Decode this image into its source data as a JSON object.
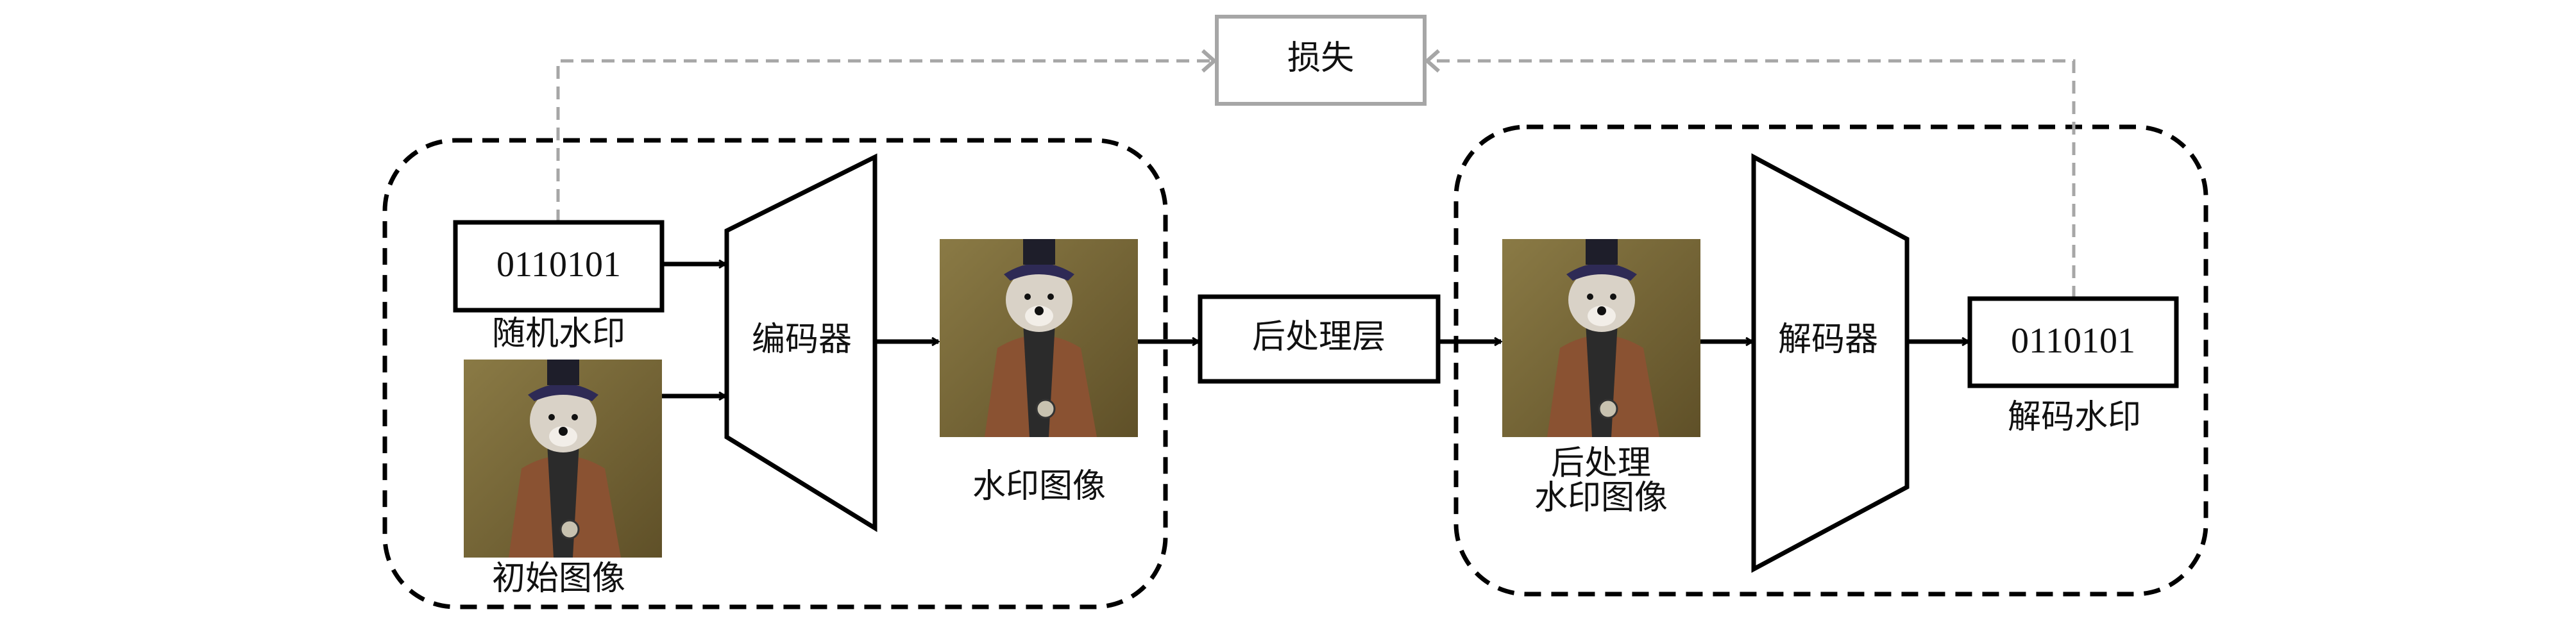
{
  "loss": {
    "label": "损失"
  },
  "encoder_group": {
    "random_watermark": {
      "bits": "0110101",
      "label": "随机水印"
    },
    "original_image": {
      "label": "初始图像"
    },
    "encoder": {
      "label": "编码器"
    },
    "watermarked_image": {
      "label": "水印图像"
    }
  },
  "post_processing_layer": {
    "label": "后处理层"
  },
  "decoder_group": {
    "post_image": {
      "label_line1": "后处理",
      "label_line2": "水印图像"
    },
    "decoder": {
      "label": "解码器"
    },
    "decoded_watermark": {
      "bits": "0110101",
      "label": "解码水印"
    }
  },
  "colors": {
    "stroke": "#000000",
    "loss_stroke": "#a6a6a6",
    "image_bg": "#7d6a3a",
    "jacket": "#8a5232"
  }
}
